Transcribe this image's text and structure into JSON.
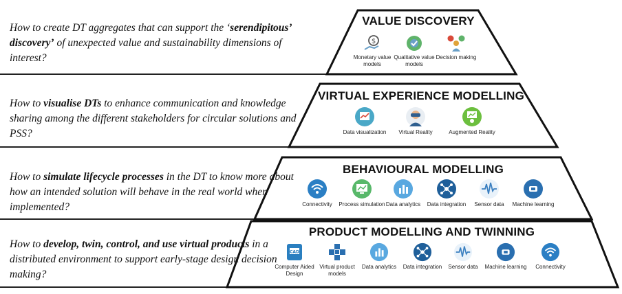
{
  "rows": [
    {
      "title": "VALUE DISCOVERY",
      "question": {
        "pre": "How to create DT aggregates that can support the ‘",
        "bold": "serendipitous’ discovery’",
        "post": " of unexpected value and sustainability dimensions of interest?"
      },
      "items": [
        {
          "label": "Monetary value models",
          "icon": "money-icon",
          "color": "#6aa0c8"
        },
        {
          "label": "Qualitative value models",
          "icon": "quality-icon",
          "color": "#5fb36a"
        },
        {
          "label": "Decision making",
          "icon": "decision-icon",
          "color": "#e0a33a"
        }
      ]
    },
    {
      "title": "VIRTUAL EXPERIENCE MODELLING",
      "question": {
        "pre": "How to ",
        "bold": "visualise DTs",
        "post": " to enhance communication and knowledge sharing among the different stakeholders for circular solutions and PSS?"
      },
      "items": [
        {
          "label": "Data visualization",
          "icon": "data-visualization-icon",
          "color": "#4aa8c7"
        },
        {
          "label": "Virtual Reality",
          "icon": "vr-headset-icon",
          "color": "#2f5f8f"
        },
        {
          "label": "Augmented Reality",
          "icon": "augmented-reality-icon",
          "color": "#6cbf3e"
        }
      ]
    },
    {
      "title": "BEHAVIOURAL MODELLING",
      "question": {
        "pre": "How to ",
        "bold": "simulate lifecycle processes",
        "post": " in the DT to know more about how an intended solution will behave in the real world when implemented?"
      },
      "items": [
        {
          "label": "Connectivity",
          "icon": "wifi-icon",
          "color": "#2b7fc4"
        },
        {
          "label": "Process simulation",
          "icon": "process-simulation-icon",
          "color": "#58b86a"
        },
        {
          "label": "Data analytics",
          "icon": "bar-chart-icon",
          "color": "#59a8e0"
        },
        {
          "label": "Data integration",
          "icon": "network-icon",
          "color": "#1f5f9a"
        },
        {
          "label": "Sensor data",
          "icon": "sensor-wave-icon",
          "color": "#3a7fc0"
        },
        {
          "label": "Machine learning",
          "icon": "chip-icon",
          "color": "#2a6fb0"
        }
      ]
    },
    {
      "title": "PRODUCT MODELLING AND TWINNING",
      "question": {
        "pre": "How to ",
        "bold": "develop, twin, control, and use virtual products",
        "post": " in a distributed environment to support early-stage design decision making?"
      },
      "items": [
        {
          "label": "Computer Aided Design",
          "icon": "cad-icon",
          "color": "#2a7fc0"
        },
        {
          "label": "Virtual product models",
          "icon": "cube-cluster-icon",
          "color": "#2a6fb0"
        },
        {
          "label": "Data analytics",
          "icon": "bar-chart-icon",
          "color": "#59a8e0"
        },
        {
          "label": "Data integration",
          "icon": "network-icon",
          "color": "#1f5f9a"
        },
        {
          "label": "Sensor data",
          "icon": "sensor-wave-icon",
          "color": "#3a7fc0"
        },
        {
          "label": "Machine learning",
          "icon": "chip-icon",
          "color": "#2a6fb0"
        },
        {
          "label": "Connectivity",
          "icon": "wifi-icon",
          "color": "#2b7fc4"
        }
      ]
    }
  ]
}
